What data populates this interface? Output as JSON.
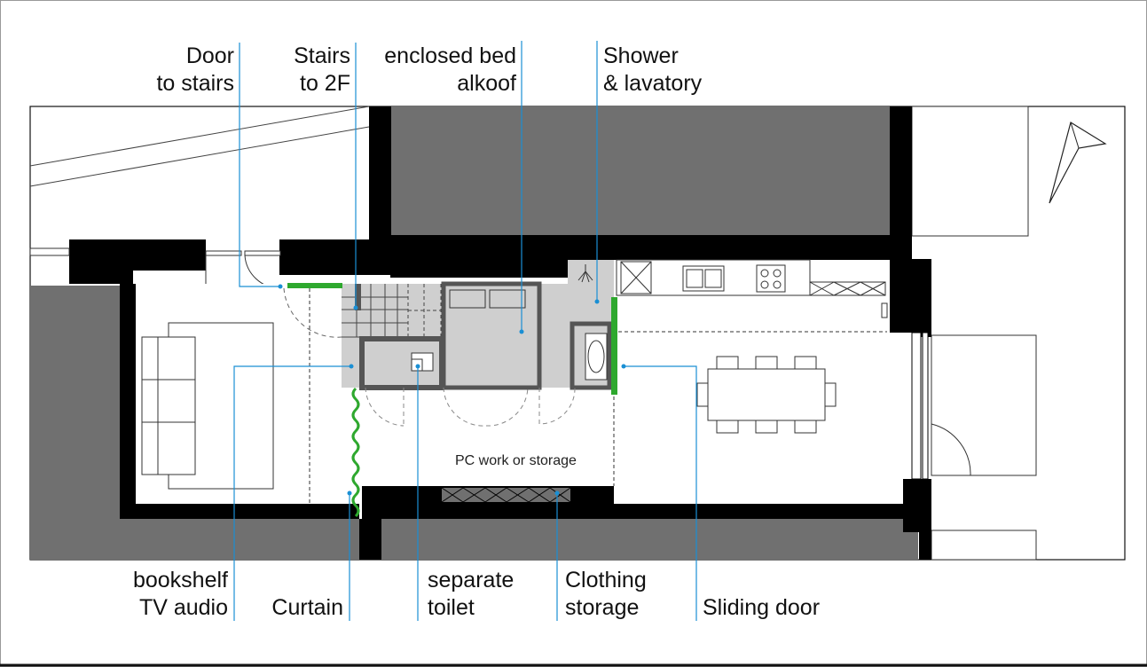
{
  "colors": {
    "wall": "#000000",
    "dark_area": "#707070",
    "grey_room": "#cfcfcf",
    "leader": "#1a8fd4",
    "accent": "#2ea82e"
  },
  "icons": {
    "north_arrow": "north-arrow-icon",
    "callout_dot": "dot-icon"
  },
  "labels": {
    "door_to_stairs": {
      "l1": "Door",
      "l2": "to stairs"
    },
    "stairs_2f": {
      "l1": "Stairs",
      "l2": "to 2F"
    },
    "enclosed_bed": {
      "l1": "enclosed bed",
      "l2": "alkoof"
    },
    "shower": {
      "l1": "Shower",
      "l2": "& lavatory"
    },
    "bookshelf": {
      "l1": "bookshelf",
      "l2": "TV audio"
    },
    "curtain": {
      "l1": "Curtain"
    },
    "toilet": {
      "l1": "separate",
      "l2": "toilet"
    },
    "clothing": {
      "l1": "Clothing",
      "l2": "storage"
    },
    "sliding_door": {
      "l1": "Sliding door"
    }
  },
  "rooms": {
    "pc_area": "PC work or storage"
  }
}
